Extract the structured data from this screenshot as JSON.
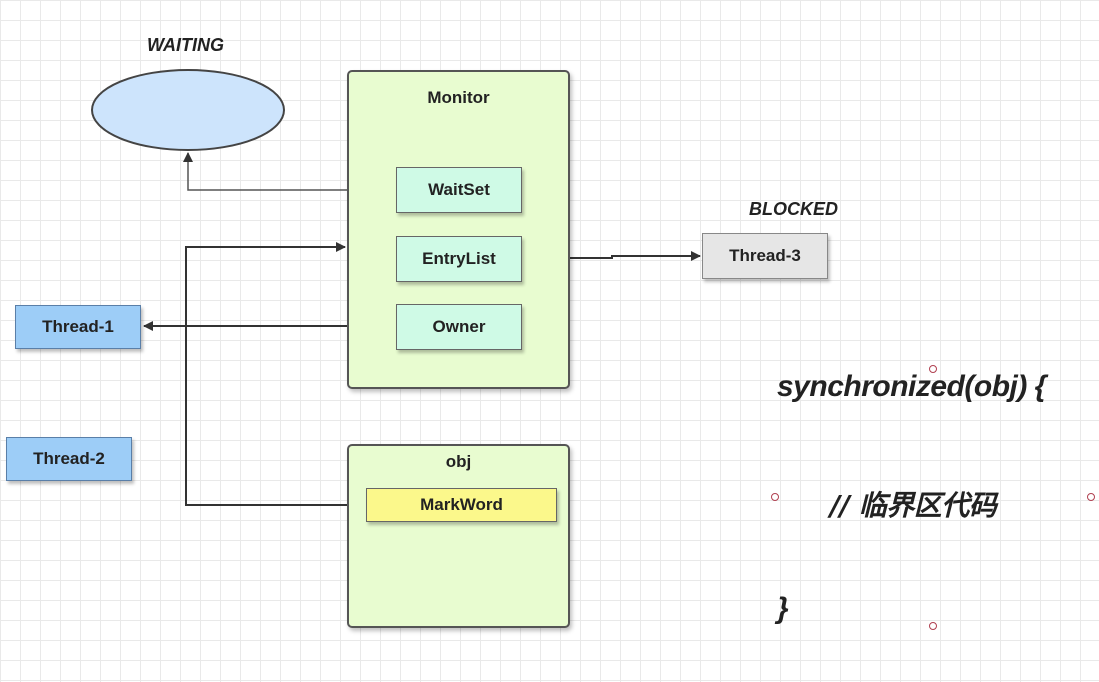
{
  "states": {
    "waiting": "WAITING",
    "blocked": "BLOCKED"
  },
  "monitor": {
    "title": "Monitor",
    "waitset": "WaitSet",
    "entrylist": "EntryList",
    "owner": "Owner"
  },
  "obj": {
    "title": "obj",
    "markword": "MarkWord"
  },
  "threads": {
    "thread1": "Thread-1",
    "thread2": "Thread-2",
    "thread3": "Thread-3"
  },
  "code": {
    "line1": "synchronized(obj) {",
    "line2": "// 临界区代码",
    "line3": "}"
  },
  "colors": {
    "container": "#e8fcd0",
    "inner": "#cffae6",
    "thread_blue": "#9dcdf7",
    "thread_gray": "#e6e6e6",
    "markword": "#fbf88b",
    "waiting_ellipse": "#cde4fc",
    "arrow": "#333333"
  }
}
